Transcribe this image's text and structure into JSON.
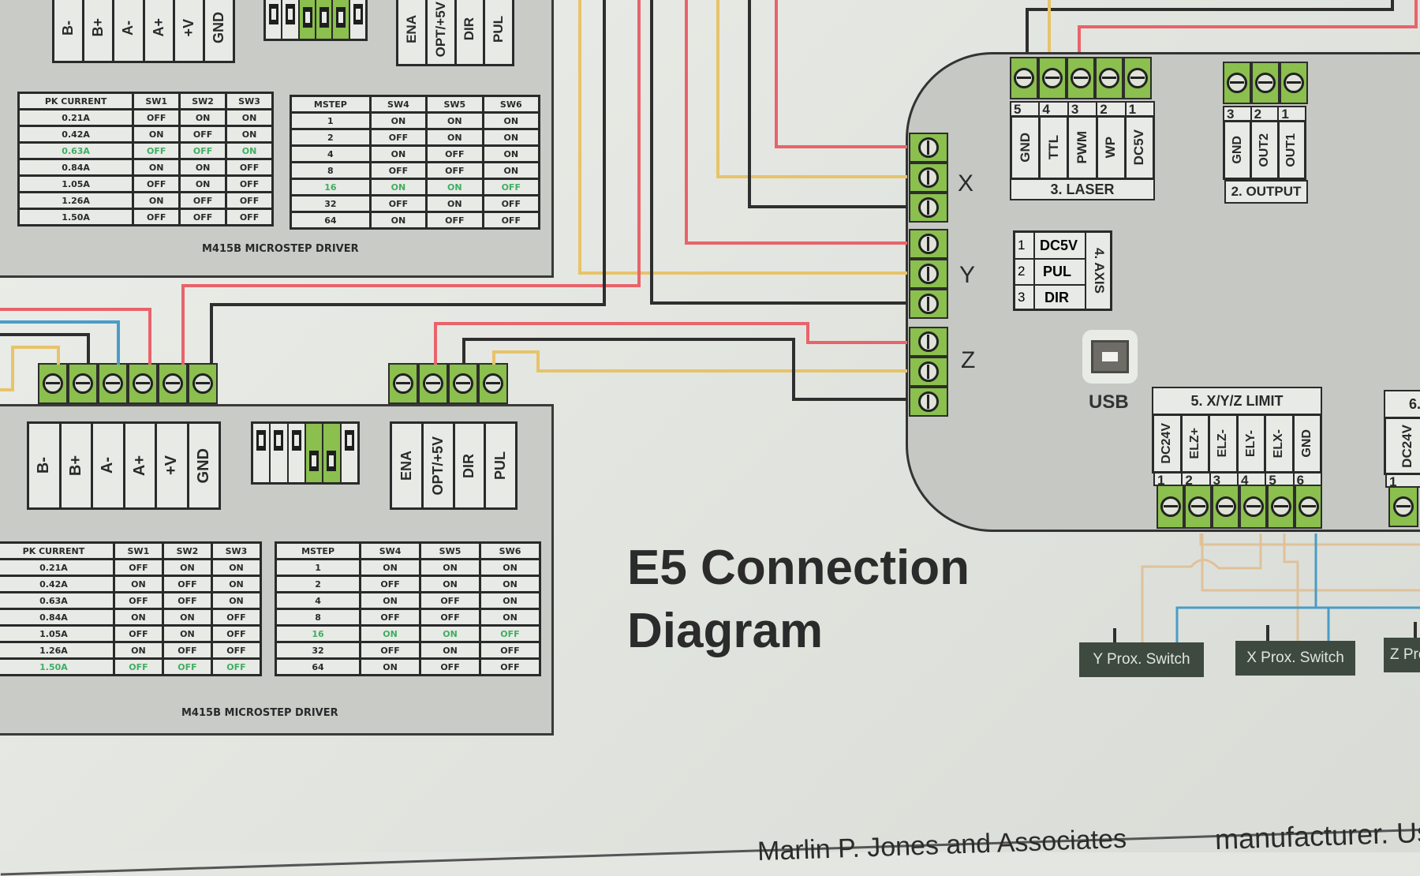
{
  "title": {
    "line1": "E5 Connection",
    "line2": "Diagram"
  },
  "footer_text": {
    "left": "Marlin P. Jones and Associates",
    "right": "manufacturer. Use"
  },
  "colors": {
    "wire_red": "#e8636b",
    "wire_black": "#2e2e2e",
    "wire_yellow": "#e7c36a",
    "wire_blue": "#4a9cc8",
    "wire_tan": "#e0c19a",
    "terminal_green": "#8bbf4e",
    "highlight_green": "#3fae62"
  },
  "driver_top": {
    "caption": "M415B MICROSTEP DRIVER",
    "motor_terminals": [
      "B-",
      "B+",
      "A-",
      "A+",
      "+V",
      "GND"
    ],
    "signal_terminals": [
      "ENA",
      "OPT/+5V",
      "DIR",
      "PUL"
    ],
    "dip_switch_on": [
      false,
      false,
      true,
      true,
      true,
      false
    ],
    "current_table": {
      "headers": [
        "PK CURRENT",
        "SW1",
        "SW2",
        "SW3"
      ],
      "rows": [
        [
          "0.21A",
          "OFF",
          "ON",
          "ON"
        ],
        [
          "0.42A",
          "ON",
          "OFF",
          "ON"
        ],
        [
          "0.63A",
          "OFF",
          "OFF",
          "ON"
        ],
        [
          "0.84A",
          "ON",
          "ON",
          "OFF"
        ],
        [
          "1.05A",
          "OFF",
          "ON",
          "OFF"
        ],
        [
          "1.26A",
          "ON",
          "OFF",
          "OFF"
        ],
        [
          "1.50A",
          "OFF",
          "OFF",
          "OFF"
        ]
      ],
      "highlight_row": 2
    },
    "mstep_table": {
      "headers": [
        "MSTEP",
        "SW4",
        "SW5",
        "SW6"
      ],
      "rows": [
        [
          "1",
          "ON",
          "ON",
          "ON"
        ],
        [
          "2",
          "OFF",
          "ON",
          "ON"
        ],
        [
          "4",
          "ON",
          "OFF",
          "ON"
        ],
        [
          "8",
          "OFF",
          "OFF",
          "ON"
        ],
        [
          "16",
          "ON",
          "ON",
          "OFF"
        ],
        [
          "32",
          "OFF",
          "ON",
          "OFF"
        ],
        [
          "64",
          "ON",
          "OFF",
          "OFF"
        ]
      ],
      "highlight_row": 4
    }
  },
  "driver_bottom": {
    "caption": "M415B MICROSTEP DRIVER",
    "motor_terminals": [
      "B-",
      "B+",
      "A-",
      "A+",
      "+V",
      "GND"
    ],
    "signal_terminals": [
      "ENA",
      "OPT/+5V",
      "DIR",
      "PUL"
    ],
    "dip_switch_on": [
      false,
      false,
      false,
      true,
      true,
      false
    ],
    "current_table": {
      "headers": [
        "PK CURRENT",
        "SW1",
        "SW2",
        "SW3"
      ],
      "rows": [
        [
          "0.21A",
          "OFF",
          "ON",
          "ON"
        ],
        [
          "0.42A",
          "ON",
          "OFF",
          "ON"
        ],
        [
          "0.63A",
          "OFF",
          "OFF",
          "ON"
        ],
        [
          "0.84A",
          "ON",
          "ON",
          "OFF"
        ],
        [
          "1.05A",
          "OFF",
          "ON",
          "OFF"
        ],
        [
          "1.26A",
          "ON",
          "OFF",
          "OFF"
        ],
        [
          "1.50A",
          "OFF",
          "OFF",
          "OFF"
        ]
      ],
      "highlight_row": 6
    },
    "mstep_table": {
      "headers": [
        "MSTEP",
        "SW4",
        "SW5",
        "SW6"
      ],
      "rows": [
        [
          "1",
          "ON",
          "ON",
          "ON"
        ],
        [
          "2",
          "OFF",
          "ON",
          "ON"
        ],
        [
          "4",
          "ON",
          "OFF",
          "ON"
        ],
        [
          "8",
          "OFF",
          "OFF",
          "ON"
        ],
        [
          "16",
          "ON",
          "ON",
          "OFF"
        ],
        [
          "32",
          "OFF",
          "ON",
          "OFF"
        ],
        [
          "64",
          "ON",
          "OFF",
          "OFF"
        ]
      ],
      "highlight_row": 4
    }
  },
  "controller": {
    "axis_letters": [
      "X",
      "Y",
      "Z"
    ],
    "laser": {
      "title": "3. LASER",
      "pins": [
        {
          "num": "5",
          "label": "GND"
        },
        {
          "num": "4",
          "label": "TTL"
        },
        {
          "num": "3",
          "label": "PWM"
        },
        {
          "num": "2",
          "label": "WP"
        },
        {
          "num": "1",
          "label": "DC5V"
        }
      ]
    },
    "output": {
      "title": "2. OUTPUT",
      "pins": [
        {
          "num": "3",
          "label": "GND"
        },
        {
          "num": "2",
          "label": "OUT2"
        },
        {
          "num": "1",
          "label": "OUT1"
        }
      ]
    },
    "axis": {
      "title": "4. AXIS",
      "pins": [
        {
          "num": "1",
          "label": "DC5V"
        },
        {
          "num": "2",
          "label": "PUL"
        },
        {
          "num": "3",
          "label": "DIR"
        }
      ]
    },
    "usb_label": "USB",
    "limit": {
      "title": "5. X/Y/Z LIMIT",
      "pins": [
        {
          "num": "1",
          "label": "DC24V"
        },
        {
          "num": "2",
          "label": "ELZ+"
        },
        {
          "num": "3",
          "label": "ELZ-"
        },
        {
          "num": "4",
          "label": "ELY-"
        },
        {
          "num": "5",
          "label": "ELX-"
        },
        {
          "num": "6",
          "label": "GND"
        }
      ]
    },
    "partial_block": {
      "title": "6.",
      "pin_num": "1",
      "pin_label": "DC24V"
    }
  },
  "proximity_switches": [
    "Y Prox. Switch",
    "X Prox. Switch",
    "Z Prox. Switch"
  ]
}
